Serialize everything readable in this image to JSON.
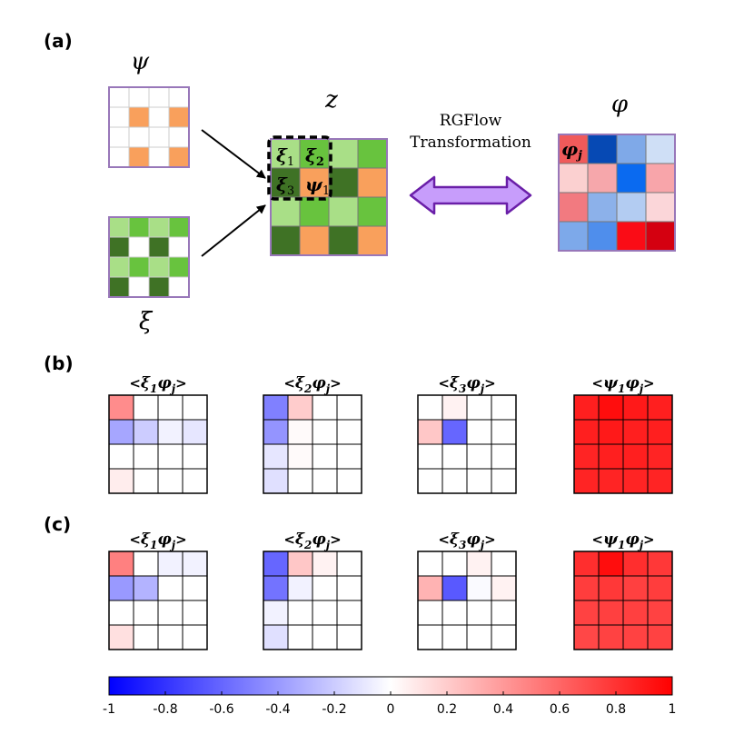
{
  "panel_a": {
    "label": "(a)",
    "psi_label": "ψ",
    "xi_label": "ξ",
    "z_label": "z",
    "phi_label": "φ",
    "transform_line1": "RGFlow",
    "transform_line2": "Transformation",
    "z_block_labels": [
      {
        "main": "ξ",
        "sub": "1"
      },
      {
        "main": "ξ",
        "sub": "2"
      },
      {
        "main": "ξ",
        "sub": "3"
      },
      {
        "main": "ψ",
        "sub": "1"
      }
    ],
    "phi_corner_label": {
      "main": "φ",
      "sub": "j"
    },
    "psi_grid": [
      [
        "#ffffff",
        "#ffffff",
        "#ffffff",
        "#ffffff"
      ],
      [
        "#ffffff",
        "#f9a05c",
        "#ffffff",
        "#f9a05c"
      ],
      [
        "#ffffff",
        "#ffffff",
        "#ffffff",
        "#ffffff"
      ],
      [
        "#ffffff",
        "#f9a05c",
        "#ffffff",
        "#f9a05c"
      ]
    ],
    "xi_grid": [
      [
        "#a9df87",
        "#68c33e",
        "#a9df87",
        "#68c33e"
      ],
      [
        "#3f7225",
        "#ffffff",
        "#3f7225",
        "#ffffff"
      ],
      [
        "#a9df87",
        "#68c33e",
        "#a9df87",
        "#68c33e"
      ],
      [
        "#3f7225",
        "#ffffff",
        "#3f7225",
        "#ffffff"
      ]
    ],
    "z_grid": [
      [
        "#a9df87",
        "#68c33e",
        "#a9df87",
        "#68c33e"
      ],
      [
        "#3f7225",
        "#f9a05c",
        "#3f7225",
        "#f9a05c"
      ],
      [
        "#a9df87",
        "#68c33e",
        "#a9df87",
        "#68c33e"
      ],
      [
        "#3f7225",
        "#f9a05c",
        "#3f7225",
        "#f9a05c"
      ]
    ],
    "phi_grid": [
      [
        "#f05a5a",
        "#0649b4",
        "#7fa9e8",
        "#cfdff6"
      ],
      [
        "#fbd0d0",
        "#f6a7ab",
        "#0a6af0",
        "#f8a5aa"
      ],
      [
        "#f27a80",
        "#8cb1ea",
        "#b3ccf2",
        "#fbd6d9"
      ],
      [
        "#7da9ea",
        "#4f8eec",
        "#fa0c16",
        "#d40010"
      ]
    ]
  },
  "panel_b": {
    "label": "(b)",
    "maps": [
      {
        "title_main": "ξ",
        "title_sub": "1",
        "values": [
          [
            0.45,
            0.0,
            0.0,
            0.0
          ],
          [
            -0.35,
            -0.2,
            -0.05,
            -0.1
          ],
          [
            0.0,
            0.0,
            0.0,
            0.0
          ],
          [
            0.07,
            0.0,
            0.0,
            0.0
          ]
        ]
      },
      {
        "title_main": "ξ",
        "title_sub": "2",
        "values": [
          [
            -0.5,
            0.2,
            0.0,
            0.0
          ],
          [
            -0.42,
            0.02,
            0.0,
            0.0
          ],
          [
            -0.1,
            0.02,
            0.0,
            0.0
          ],
          [
            -0.12,
            0.0,
            0.0,
            0.0
          ]
        ]
      },
      {
        "title_main": "ξ",
        "title_sub": "3",
        "values": [
          [
            0.0,
            0.05,
            0.0,
            0.0
          ],
          [
            0.22,
            -0.6,
            0.0,
            0.0
          ],
          [
            0.0,
            0.0,
            0.0,
            0.0
          ],
          [
            0.0,
            0.0,
            0.0,
            0.0
          ]
        ]
      },
      {
        "title_main": "ψ",
        "title_sub": "1",
        "values": [
          [
            0.88,
            0.95,
            0.9,
            0.88
          ],
          [
            0.88,
            0.9,
            0.88,
            0.88
          ],
          [
            0.86,
            0.88,
            0.88,
            0.86
          ],
          [
            0.86,
            0.86,
            0.86,
            0.86
          ]
        ]
      }
    ]
  },
  "panel_c": {
    "label": "(c)",
    "maps": [
      {
        "title_main": "ξ",
        "title_sub": "1",
        "values": [
          [
            0.5,
            0.0,
            -0.05,
            -0.05
          ],
          [
            -0.4,
            -0.3,
            0.0,
            0.0
          ],
          [
            0.0,
            0.0,
            0.0,
            0.0
          ],
          [
            0.12,
            0.0,
            0.0,
            0.0
          ]
        ]
      },
      {
        "title_main": "ξ",
        "title_sub": "2",
        "values": [
          [
            -0.6,
            0.22,
            0.05,
            0.0
          ],
          [
            -0.55,
            -0.05,
            0.0,
            0.0
          ],
          [
            -0.05,
            0.0,
            0.0,
            0.0
          ],
          [
            -0.12,
            0.0,
            0.0,
            0.0
          ]
        ]
      },
      {
        "title_main": "ξ",
        "title_sub": "3",
        "values": [
          [
            0.0,
            0.0,
            0.05,
            0.0
          ],
          [
            0.3,
            -0.65,
            -0.02,
            0.05
          ],
          [
            0.0,
            0.0,
            0.0,
            0.0
          ],
          [
            0.0,
            0.0,
            0.0,
            0.0
          ]
        ]
      },
      {
        "title_main": "ψ",
        "title_sub": "1",
        "values": [
          [
            0.82,
            0.95,
            0.82,
            0.78
          ],
          [
            0.76,
            0.78,
            0.75,
            0.76
          ],
          [
            0.74,
            0.75,
            0.75,
            0.74
          ],
          [
            0.72,
            0.74,
            0.74,
            0.74
          ]
        ]
      }
    ]
  },
  "colorbar": {
    "min": -1,
    "max": 1,
    "ticks": [
      -1,
      -0.8,
      -0.6,
      -0.4,
      -0.2,
      0,
      0.2,
      0.4,
      0.6,
      0.8,
      1
    ],
    "tick_labels": [
      "-1",
      "-0.8",
      "-0.6",
      "-0.4",
      "-0.2",
      "0",
      "0.2",
      "0.4",
      "0.6",
      "0.8",
      "1"
    ],
    "color_negative": "#0000ff",
    "color_zero": "#ffffff",
    "color_positive": "#ff0000"
  }
}
